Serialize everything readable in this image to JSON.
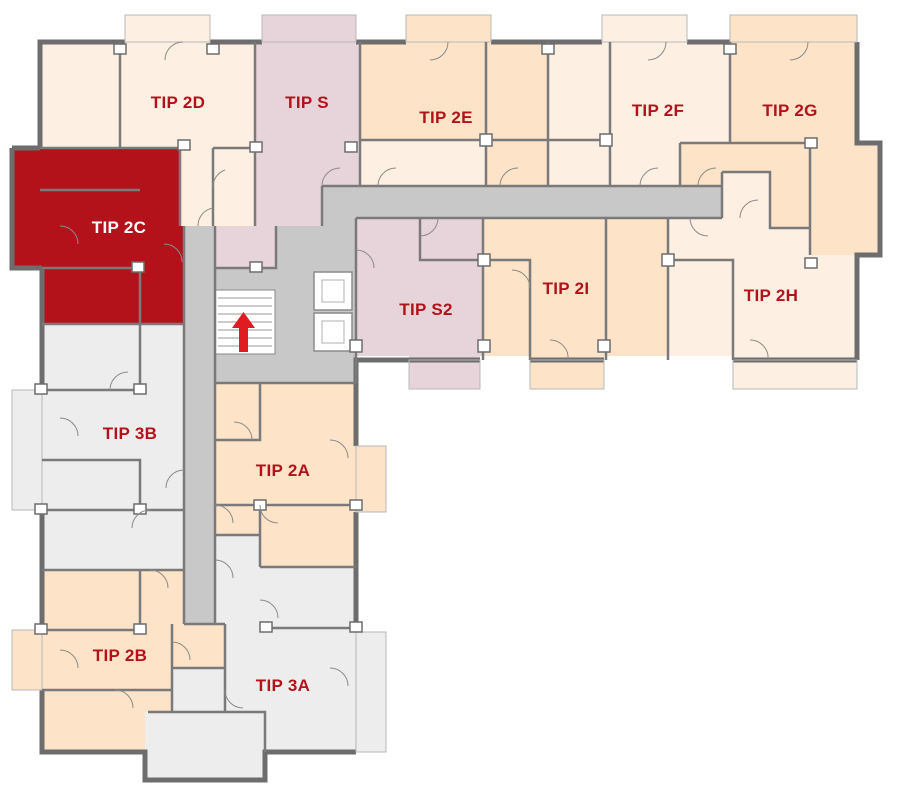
{
  "floor_plan": {
    "units": [
      {
        "id": "2d",
        "label": "TIP 2D",
        "status": "available"
      },
      {
        "id": "s",
        "label": "TIP S",
        "status": "available"
      },
      {
        "id": "2e",
        "label": "TIP 2E",
        "status": "available"
      },
      {
        "id": "2f",
        "label": "TIP 2F",
        "status": "available"
      },
      {
        "id": "2g",
        "label": "TIP 2G",
        "status": "available"
      },
      {
        "id": "2c",
        "label": "TIP 2C",
        "status": "selected"
      },
      {
        "id": "s2",
        "label": "TIP S2",
        "status": "available"
      },
      {
        "id": "2i",
        "label": "TIP 2I",
        "status": "available"
      },
      {
        "id": "2h",
        "label": "TIP 2H",
        "status": "available"
      },
      {
        "id": "3b",
        "label": "TIP 3B",
        "status": "available"
      },
      {
        "id": "2a",
        "label": "TIP 2A",
        "status": "available"
      },
      {
        "id": "2b",
        "label": "TIP 2B",
        "status": "available"
      },
      {
        "id": "3a",
        "label": "TIP 3A",
        "status": "available"
      }
    ],
    "stair_arrow": "up-arrow-icon"
  },
  "colors": {
    "selected": "#b3121b",
    "label": "#b3121b",
    "corridor": "#c8c8c8",
    "peach": "#fde3c8",
    "light_peach": "#fdf0e3",
    "lilac": "#e7d4da",
    "gray_unit": "#ededed",
    "wall": "#6d6d6d"
  }
}
